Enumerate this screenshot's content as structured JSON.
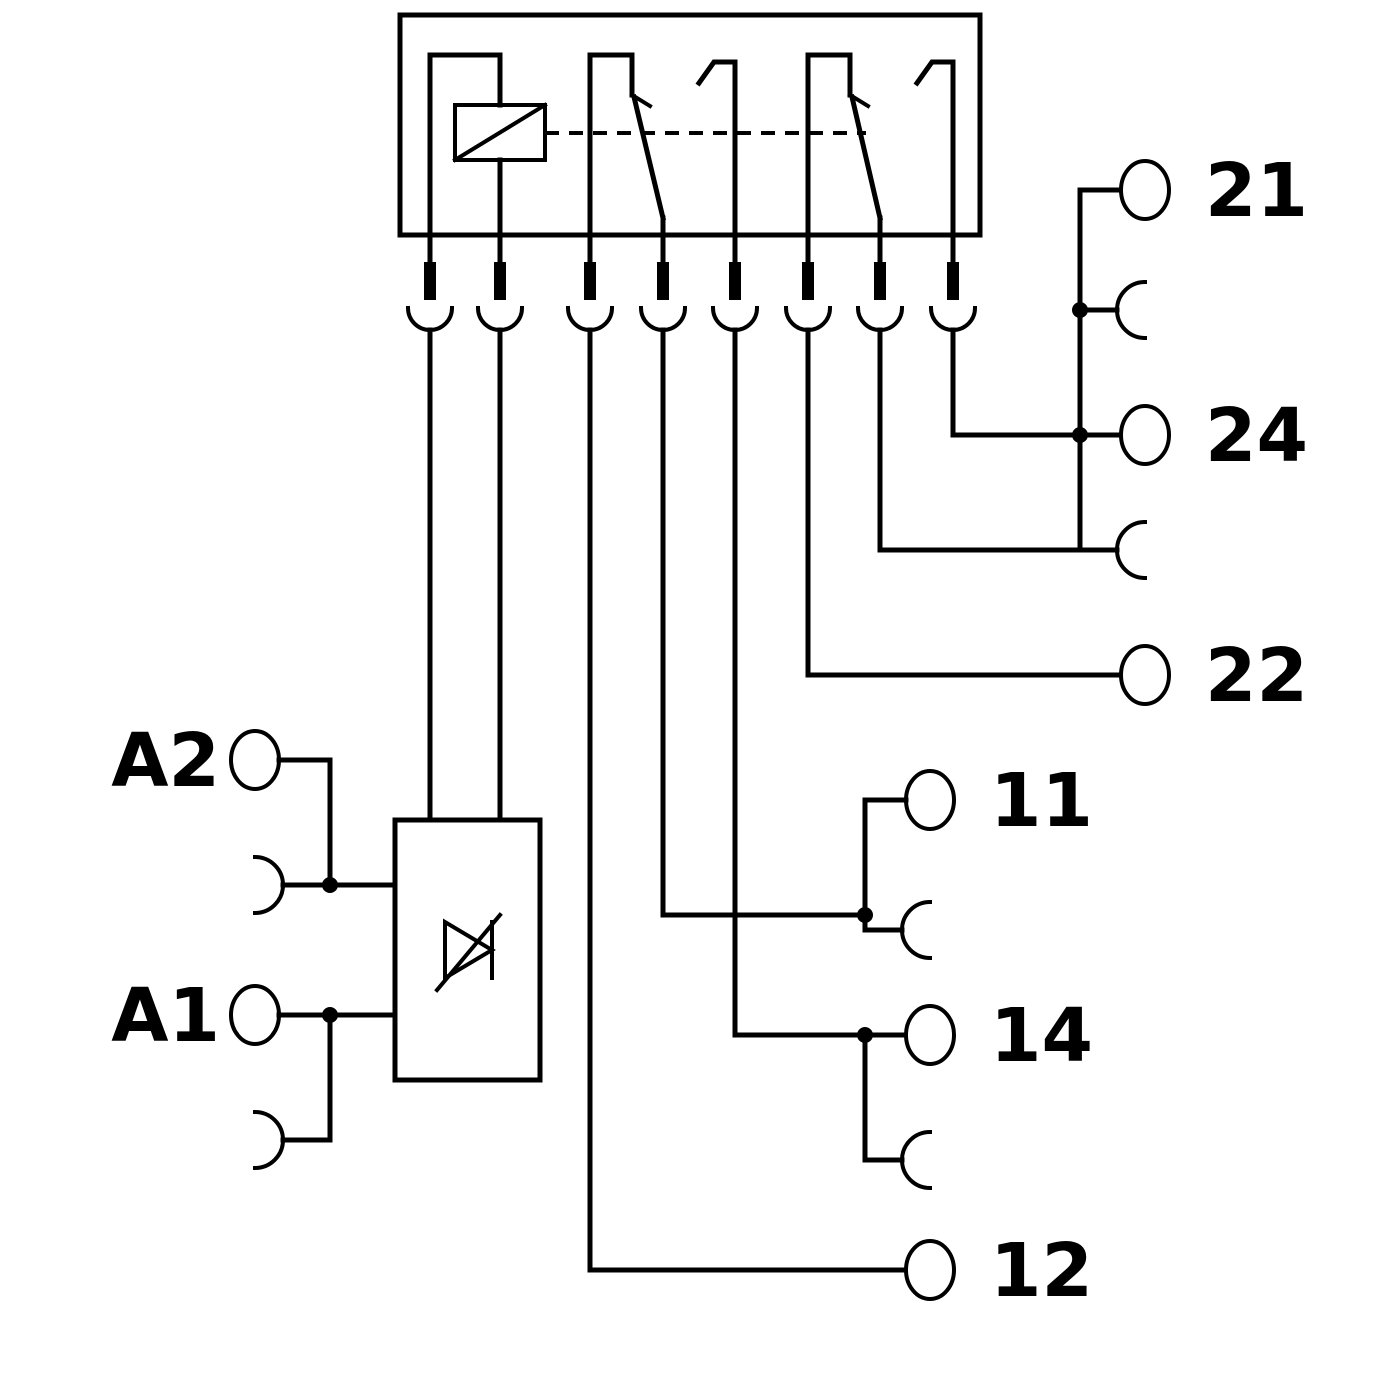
{
  "page": {
    "background": "#ffffff",
    "line_color": "#000000"
  },
  "diagram": {
    "kind": "relay-module-wiring-diagram",
    "components": {
      "relay": "relay-with-coil-and-two-changeover-contacts",
      "input_block": "suppressor-diode-block",
      "plug_contacts_count": 8
    },
    "terminals": {
      "a2": {
        "label": "A2"
      },
      "a1": {
        "label": "A1"
      },
      "t11": {
        "label": "11"
      },
      "t14": {
        "label": "14"
      },
      "t12": {
        "label": "12"
      },
      "t21": {
        "label": "21"
      },
      "t24": {
        "label": "24"
      },
      "t22": {
        "label": "22"
      }
    }
  }
}
